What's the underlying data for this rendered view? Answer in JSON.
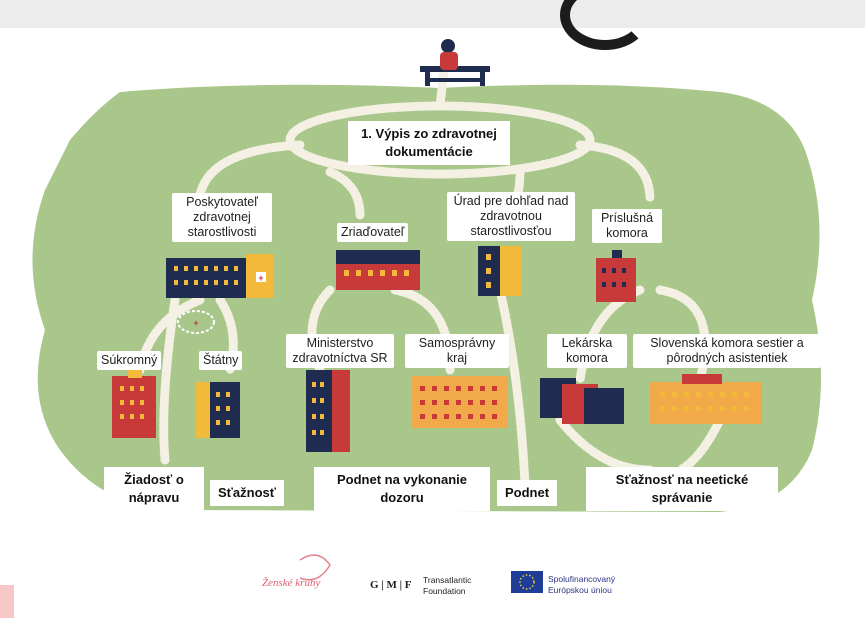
{
  "diagram": {
    "top_node": "1. Výpis zo zdravotnej dokumentácie",
    "level1": [
      {
        "label": "Poskytovateľ zdravotnej starostlivosti"
      },
      {
        "label": "Zriaďovateľ"
      },
      {
        "label": "Úrad pre dohľad nad zdravotnou starostlivosťou"
      },
      {
        "label": "Príslušná komora"
      }
    ],
    "level2": [
      {
        "label": "Súkromný"
      },
      {
        "label": "Štátny"
      },
      {
        "label": "Ministerstvo zdravotníctva SR"
      },
      {
        "label": "Samosprávny kraj"
      },
      {
        "label": "Lekárska komora"
      },
      {
        "label": "Slovenská komora sestier a pôrodných asistentiek"
      }
    ],
    "outcomes": [
      {
        "label": "Žiadosť o nápravu"
      },
      {
        "label": "Sťažnosť"
      },
      {
        "label": "Podnet na vykonanie dozoru"
      },
      {
        "label": "Podnet"
      },
      {
        "label": "Sťažnosť na neetické správanie"
      }
    ]
  },
  "footer": {
    "logo1": "Ženské kruhy",
    "logo2_mark": "G | M | F",
    "logo2_text": "Transatlantic Foundation",
    "logo3_text": "Spolufinancovaný Európskou úniou"
  },
  "colors": {
    "park": "#a9c78a",
    "path": "#f4f1e4",
    "navy": "#1f2c4f",
    "red": "#c83a3a",
    "yellow": "#f2b93b",
    "orange": "#f2a94a"
  }
}
